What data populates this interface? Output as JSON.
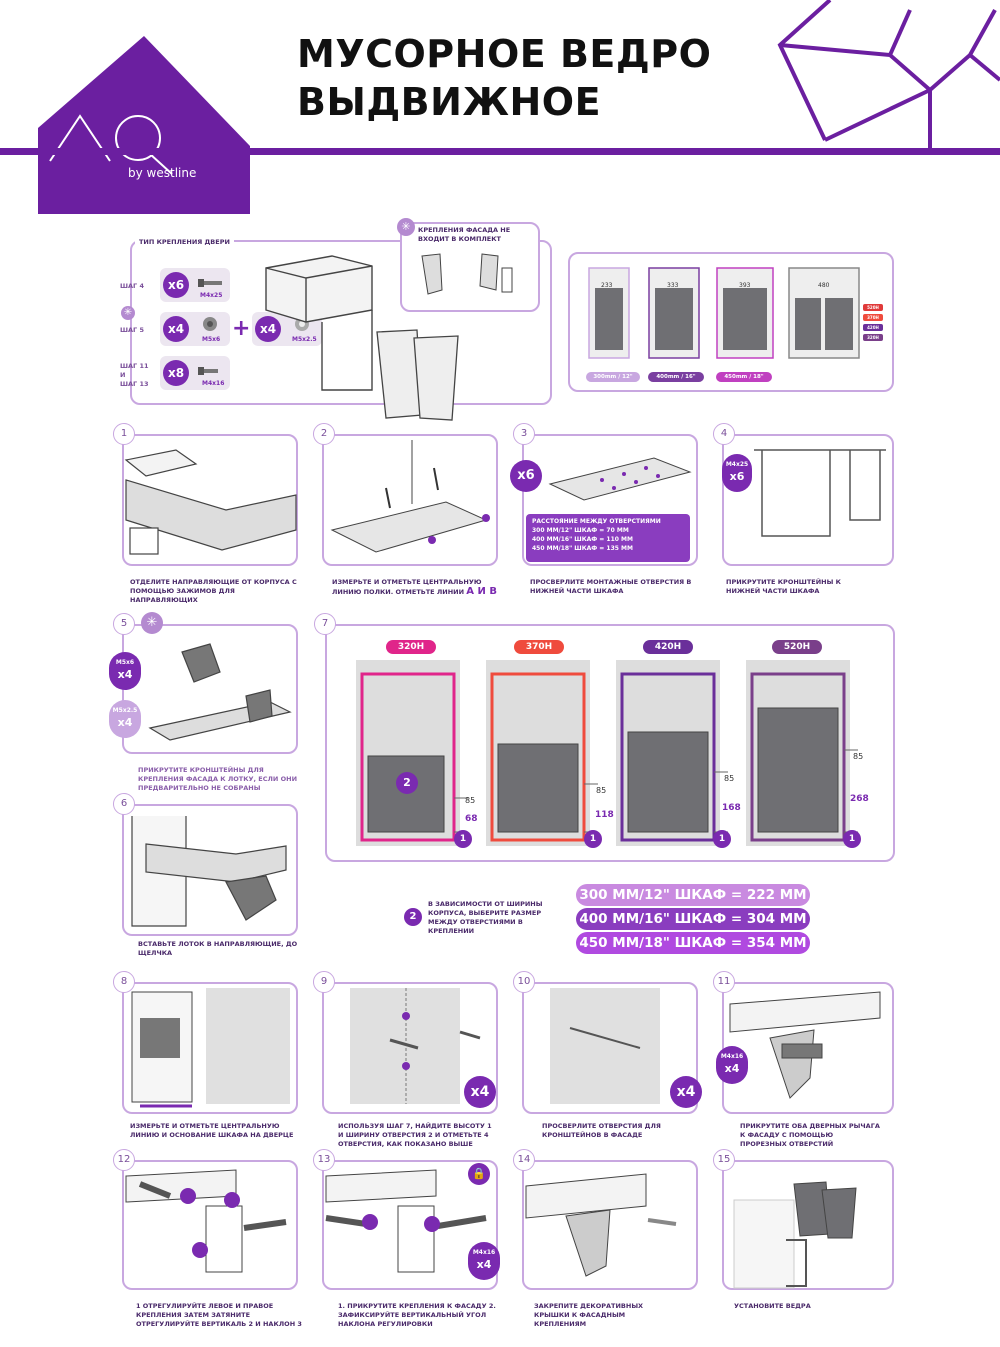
{
  "header": {
    "title_line1": "МУСОРНОЕ ВЕДРО",
    "title_line2": "ВЫДВИЖНОЕ",
    "logo_mark": "AQ",
    "logo_sub": "by westline"
  },
  "colors": {
    "brand_purple": "#6b1fa0",
    "light_purple": "#c8a7e0",
    "pink_320": "#e0258a",
    "red_370": "#ef4b3d",
    "violet_420": "#6a2f9a",
    "violet_520": "#7a3f8a"
  },
  "overview": {
    "mount_type": "ТИП КРЕПЛЕНИЯ ДВЕРИ",
    "facade_note": "КРЕПЛЕНИЯ ФАСАДА НЕ ВХОДИТ В КОМПЛЕКТ",
    "step_a": "ШАГ 4",
    "step_b": "ШАГ 5",
    "step_c_1": "ШАГ 11",
    "step_c_2": "И",
    "step_c_3": "ШАГ 13",
    "hw1_qty": "x6",
    "hw1_lbl": "M4x25",
    "hw2_qty": "x4",
    "hw2_lbl": "M5x6",
    "plus": "+",
    "hw3_qty": "x4",
    "hw3_lbl": "M5x2.5",
    "hw4_qty": "x8",
    "hw4_lbl": "M4x16"
  },
  "sizes": {
    "w1": "233",
    "w2": "333",
    "w3": "393",
    "w4": "480",
    "label1": "300mm / 12\"",
    "label2": "400mm / 16\"",
    "label3": "450mm / 18\"",
    "h1": "520H",
    "h2": "370H",
    "h3": "420H",
    "h4": "320H"
  },
  "steps": [
    {
      "n": "1",
      "text": "ОТДЕЛИТЕ НАПРАВЛЯЮЩИЕ ОТ КОРПУСА С ПОМОЩЬЮ ЗАЖИМОВ ДЛЯ НАПРАВЛЯЮЩИХ"
    },
    {
      "n": "2",
      "text": "ИЗМЕРЬТЕ И ОТМЕТЬТЕ ЦЕНТРАЛЬНУЮ ЛИНИЮ ПОЛКИ. ОТМЕТЬТЕ ЛИНИИ",
      "ab": "a и b"
    },
    {
      "n": "3",
      "text": "ПРОСВЕРЛИТЕ МОНТАЖНЫЕ ОТВЕРСТИЯ В НИЖНЕЙ ЧАСТИ ШКАФА",
      "qty": "x6",
      "box_title": "РАССТОЯНИЕ МЕЖДУ ОТВЕРСТИЯМИ",
      "box_l1": "300 ММ/12\" ШКАФ = 70 ММ",
      "box_l2": "400 ММ/16\" ШКАФ = 110 ММ",
      "box_l3": "450 ММ/18\" ШКАФ = 135 ММ"
    },
    {
      "n": "4",
      "text": "ПРИКРУТИТЕ КРОНШТЕЙНЫ К НИЖНЕЙ ЧАСТИ ШКАФА",
      "hw": "M4x25",
      "qty": "x6"
    },
    {
      "n": "5",
      "text": "ПРИКРУТИТЕ КРОНШТЕЙНЫ ДЛЯ КРЕПЛЕНИЯ ФАСАДА К ЛОТКУ, ЕСЛИ ОНИ ПРЕДВАРИТЕЛЬНО НЕ СОБРАНЫ",
      "hw1": "M5x6",
      "q1": "x4",
      "hw2": "M5x2.5",
      "q2": "x4"
    },
    {
      "n": "6",
      "text": "ВСТАВЬТЕ ЛОТОК В НАПРАВЛЯЮЩИЕ, ДО ЩЕЛЧКА"
    },
    {
      "n": "7"
    },
    {
      "n": "8",
      "text": "ИЗМЕРЬТЕ И ОТМЕТЬТЕ ЦЕНТРАЛЬНУЮ ЛИНИЮ И ОСНОВАНИЕ ШКАФА НА ДВЕРЦЕ"
    },
    {
      "n": "9",
      "text": "ИСПОЛЬЗУЯ ШАГ 7, НАЙДИТЕ ВЫСОТУ 1 И ШИРИНУ ОТВЕРСТИЯ 2 И ОТМЕТЬТЕ 4 ОТВЕРСТИЯ, КАК ПОКАЗАНО ВЫШЕ",
      "qty": "x4"
    },
    {
      "n": "10",
      "text": "ПРОСВЕРЛИТЕ ОТВЕРСТИЯ ДЛЯ КРОНШТЕЙНОВ В ФАСАДЕ",
      "qty": "x4"
    },
    {
      "n": "11",
      "text": "ПРИКРУТИТЕ ОБА ДВЕРНЫХ РЫЧАГА К ФАСАДУ С ПОМОЩЬЮ ПРОРЕЗНЫХ ОТВЕРСТИЙ",
      "hw": "M4x16",
      "qty": "x4"
    },
    {
      "n": "12",
      "text": "1 ОТРЕГУЛИРУЙТЕ ЛЕВОЕ И ПРАВОЕ КРЕПЛЕНИЯ ЗАТЕМ ЗАТЯНИТЕ ОТРЕГУЛИРУЙТЕ ВЕРТИКАЛЬ 2 И НАКЛОН 3"
    },
    {
      "n": "13",
      "text": "1. ПРИКРУТИТЕ КРЕПЛЕНИЯ К ФАСАДУ 2. ЗАФИКСИРУЙТЕ ВЕРТИКАЛЬНЫЙ УГОЛ НАКЛОНА РЕГУЛИРОВКИ",
      "hw": "M4x16",
      "qty": "x4"
    },
    {
      "n": "14",
      "text": "ЗАКРЕПИТЕ ДЕКОРАТИВНЫХ КРЫШКИ К ФАСАДНЫМ КРЕПЛЕНИЯМ"
    },
    {
      "n": "15",
      "text": "УСТАНОВИТЕ ВЕДРА"
    }
  ],
  "step7": {
    "cols": [
      {
        "tag": "320H",
        "dim_a": "85",
        "dim_b": "68"
      },
      {
        "tag": "370H",
        "dim_a": "85",
        "dim_b": "118"
      },
      {
        "tag": "420H",
        "dim_a": "85",
        "dim_b": "168"
      },
      {
        "tag": "520H",
        "dim_a": "85",
        "dim_b": "268"
      }
    ],
    "marker_1": "1",
    "marker_2": "2"
  },
  "width_note": {
    "marker": "2",
    "text": "В ЗАВИСИМОСТИ ОТ ШИРИНЫ КОРПУСА, ВЫБЕРИТЕ РАЗМЕР МЕЖДУ ОТВЕРСТИЯМИ В КРЕПЛЕНИИ",
    "pill1": "300 ММ/12\" ШКАФ = 222 ММ",
    "pill2": "400 ММ/16\" ШКАФ = 304 ММ",
    "pill3": "450 ММ/18\" ШКАФ = 354 ММ"
  }
}
